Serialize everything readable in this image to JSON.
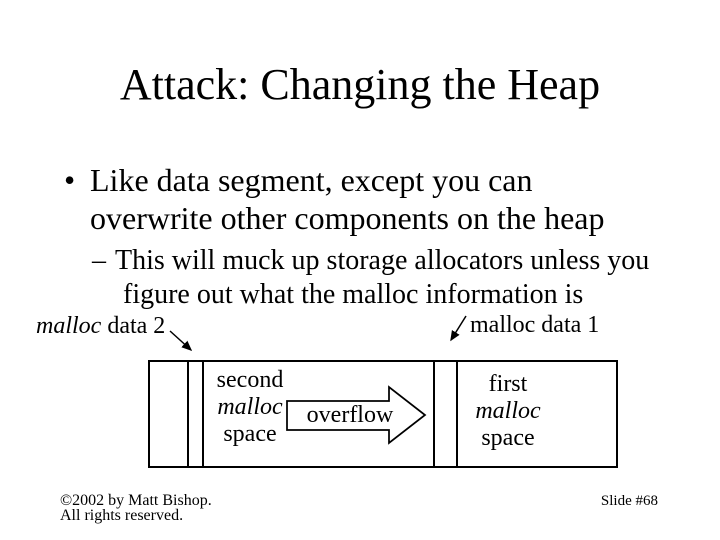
{
  "slide": {
    "title": "Attack: Changing the Heap",
    "bullets": {
      "marker": "•",
      "dash": "–",
      "b1_line1": "Like data segment, except you can",
      "b1_line2": "overwrite other components on the heap",
      "s1_line1": "This will muck up storage allocators unless you",
      "s1_line2": "figure out what the malloc information is"
    },
    "diagram": {
      "label_left_italic": "malloc",
      "label_left_rest": " data 2",
      "label_right": "malloc data 1",
      "left_cell_line1": "second",
      "left_cell_line2": "malloc",
      "left_cell_line3": "space",
      "overflow_label": "overflow",
      "right_cell_line1": "first",
      "right_cell_line2": "malloc",
      "right_cell_line3": "space"
    },
    "footer": {
      "copyright_line1": "©2002 by Matt Bishop.",
      "copyright_line2": "All rights reserved.",
      "slide_number": "Slide #68"
    },
    "colors": {
      "background": "#ffffff",
      "text": "#000000",
      "line": "#000000"
    }
  }
}
